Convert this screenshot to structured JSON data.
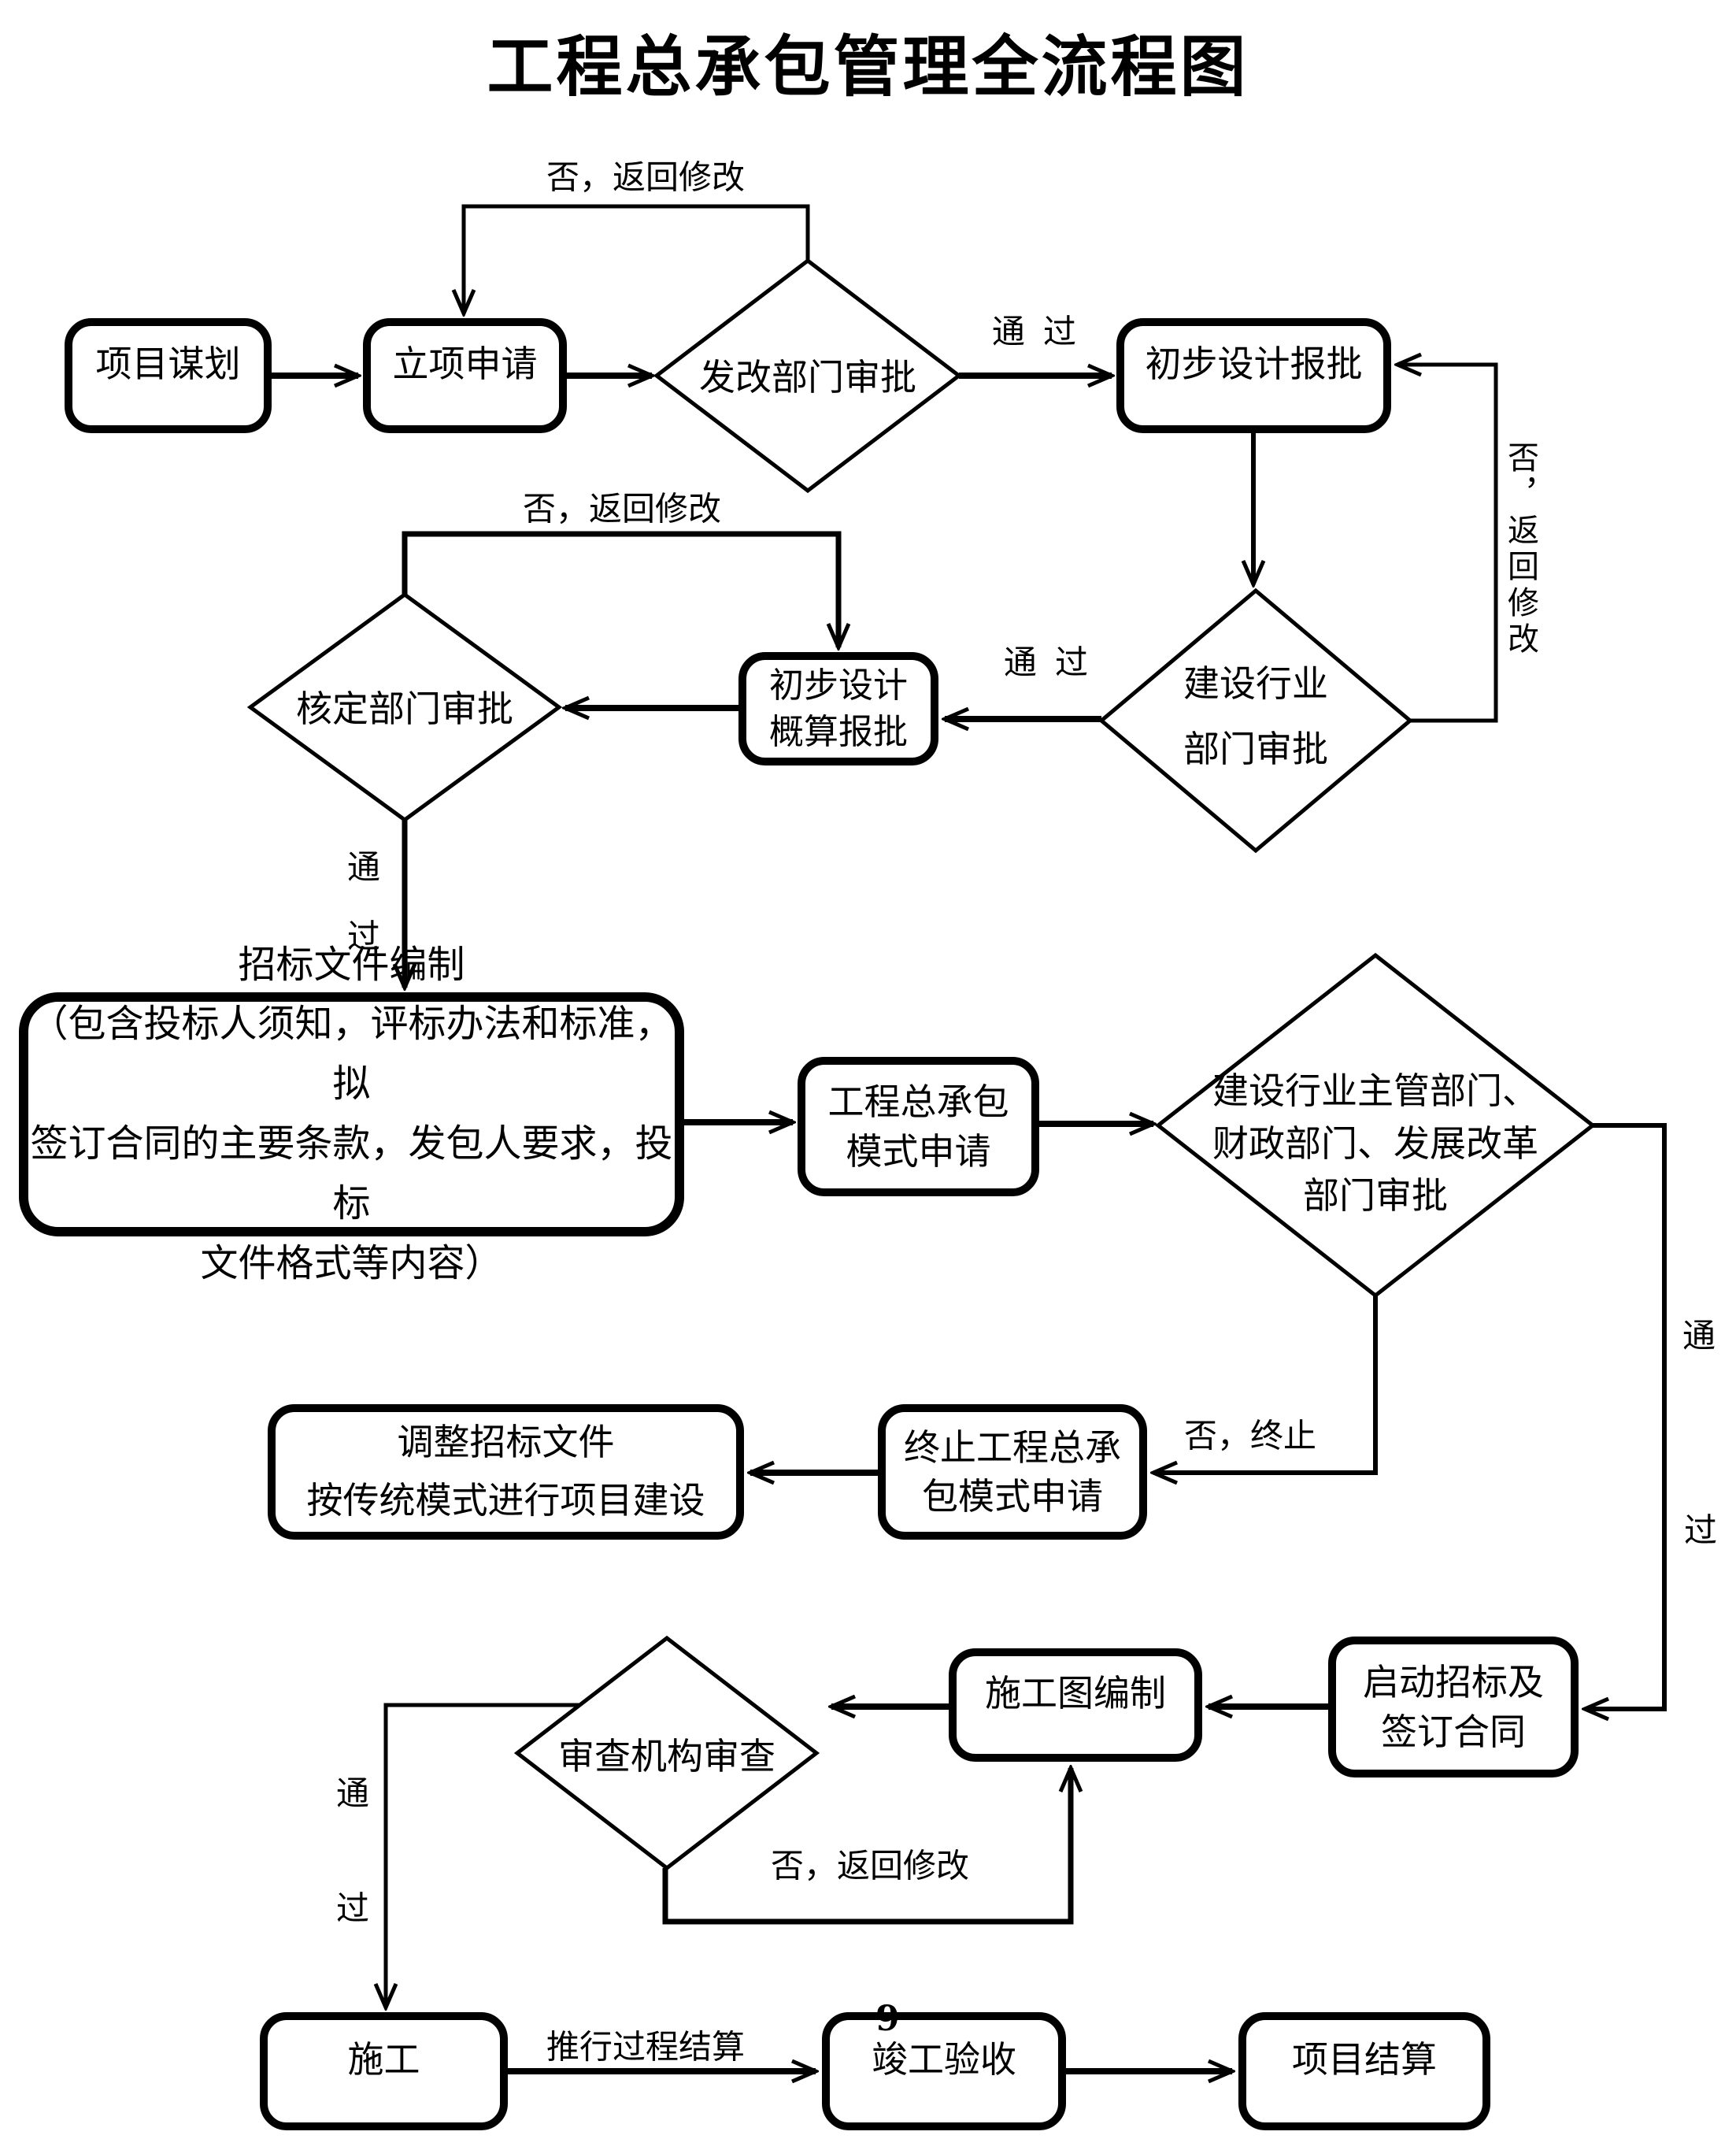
{
  "title": "工程总承包管理全流程图",
  "stray_page_number": "9",
  "nodes": {
    "xiangmu_mouhua": {
      "label": "项目谋划"
    },
    "lixiang_shenqing": {
      "label": "立项申请"
    },
    "fagai_shenpi": {
      "label": "发改部门审批"
    },
    "chubu_sheji_baopi": {
      "label": "初步设计报批"
    },
    "jianshe_hangye_shenpi": {
      "line1": "建设行业",
      "line2": "部门审批"
    },
    "chubu_sheji_gaisuan": {
      "line1": "初步设计",
      "line2": "概算报批"
    },
    "heding_shenpi": {
      "label": "核定部门审批"
    },
    "zhaobiao_bianzhi": {
      "line1": "招标文件编制",
      "line2": "（包含投标人须知，评标办法和标准，拟",
      "line3": "签订合同的主要条款，发包人要求，投标",
      "line4": "文件格式等内容）"
    },
    "zongchengbao_shenqing": {
      "line1": "工程总承包",
      "line2": "模式申请"
    },
    "zhuguan_bumen_shenpi": {
      "line1": "建设行业主管部门、",
      "line2": "财政部门、发展改革",
      "line3": "部门审批"
    },
    "tiaozheng_zhaobiao": {
      "line1": "调整招标文件",
      "line2": "按传统模式进行项目建设"
    },
    "zhongzhi_shenqing": {
      "line1": "终止工程总承",
      "line2": "包模式申请"
    },
    "shencha_jigou": {
      "label": "审查机构审查"
    },
    "shigongtu_bianzhi": {
      "label": "施工图编制"
    },
    "qidong_zhaobiao": {
      "line1": "启动招标及",
      "line2": "签订合同"
    },
    "shigong": {
      "label": "施工"
    },
    "jungong_yanshou": {
      "label": "竣工验收"
    },
    "xiangmu_jiesuan": {
      "label": "项目结算"
    }
  },
  "edge_labels": {
    "no_return_1": "否，返回修改",
    "pass_1": "通过",
    "no_return_right": "否，返回修改",
    "pass_2": "通过",
    "no_return_2": "否，返回修改",
    "pass_down_left": [
      "通",
      "过"
    ],
    "no_terminate": "否，终止",
    "pass_right": [
      "通",
      "过"
    ],
    "no_return_3": "否，返回修改",
    "pass_bottom_left": [
      "通",
      "过"
    ],
    "process_settlement": "推行过程结算"
  }
}
